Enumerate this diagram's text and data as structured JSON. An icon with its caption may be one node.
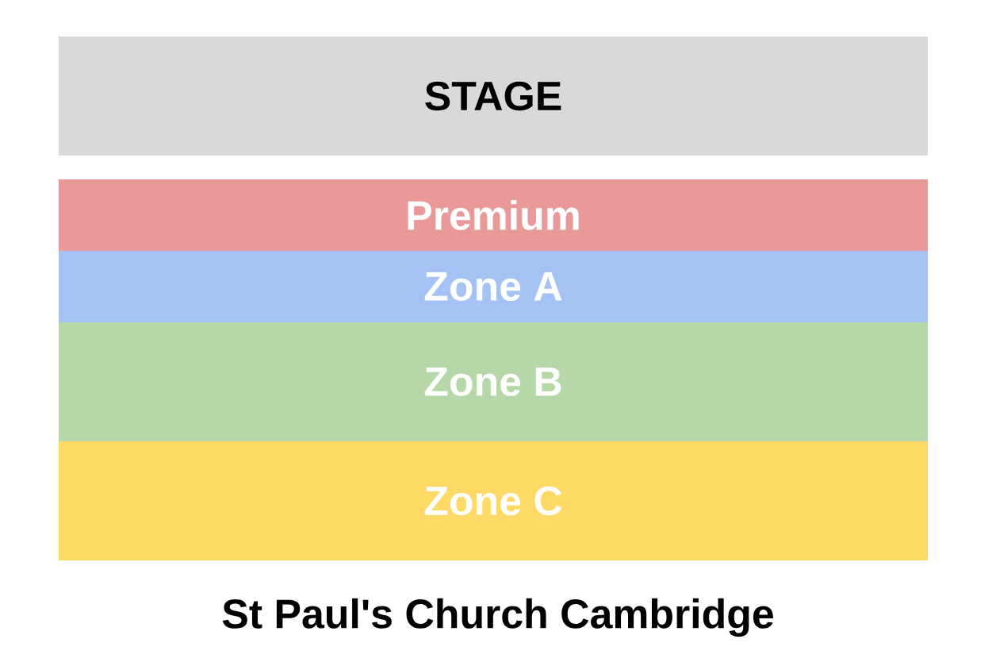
{
  "diagram": {
    "caption": "St Paul's Church Cambridge",
    "nodes": [
      {
        "text": [
          "STAGE"
        ]
      },
      {
        "text": [
          "Premium"
        ]
      },
      {
        "text": [
          "Zone A"
        ]
      },
      {
        "text": [
          "Zone B"
        ]
      },
      {
        "text": [
          "Zone C"
        ]
      }
    ]
  }
}
